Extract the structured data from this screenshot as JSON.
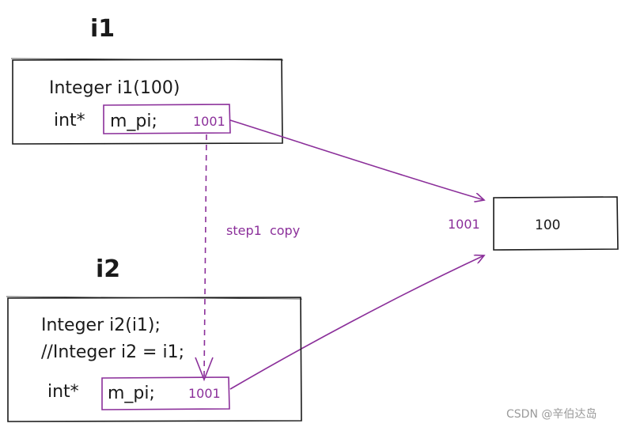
{
  "colors": {
    "ink": "#1a1a1a",
    "accent": "#8b2f9a",
    "watermark": "#9a9a9a",
    "background": "#ffffff"
  },
  "object_i1": {
    "label": "i1",
    "line1": "Integer i1(100)",
    "ptr_type": "int*",
    "member": "m_pi;",
    "address": "1001"
  },
  "object_i2": {
    "label": "i2",
    "line1": "Integer i2(i1);",
    "line2": "//Integer i2 = i1;",
    "ptr_type": "int*",
    "member": "m_pi;",
    "address": "1001"
  },
  "heap": {
    "address": "1001",
    "value": "100"
  },
  "copy_step": {
    "label": "step1  copy"
  },
  "watermark": {
    "text": "CSDN @辛伯达岛"
  }
}
